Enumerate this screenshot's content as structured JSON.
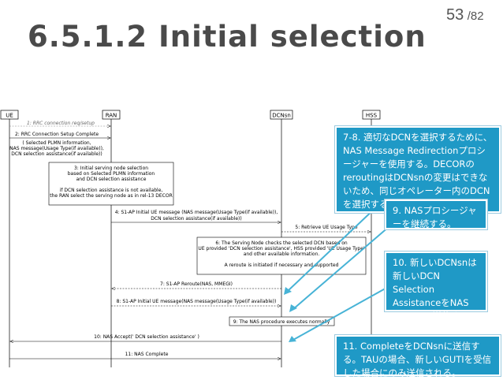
{
  "page": {
    "current": "53",
    "total": "/82"
  },
  "title": "6.5.1.2 Initial selection",
  "nodes": [
    {
      "id": "ue",
      "label": "UE"
    },
    {
      "id": "ran",
      "label": "RAN"
    },
    {
      "id": "dcnsn",
      "label": "DCNsn"
    },
    {
      "id": "hss",
      "label": "HSS"
    }
  ],
  "messages": [
    {
      "id": "m1",
      "text": "1: RRC connection req/setup"
    },
    {
      "id": "m2",
      "lines": [
        "2: RRC Connection Setup Complete",
        "( Selected PLMN information,",
        "NAS message(Usage Type(if available)),",
        "DCN selection assistance(if available))"
      ]
    },
    {
      "id": "n3",
      "lines": [
        "3: Initial serving node selection",
        "based on Selected PLMN information",
        "and DCN selection assistance",
        "",
        "if DCN selection assistance is not available,",
        "the RAN select the serving node as in rel-13 DECOR"
      ]
    },
    {
      "id": "m4",
      "lines": [
        "4: S1-AP Initial UE message (NAS message(Usage Type(if available)),",
        "DCN selection assistance(if available))"
      ]
    },
    {
      "id": "m5",
      "text": "5: Retrieve UE Usage Type"
    },
    {
      "id": "n6",
      "lines": [
        "6: The Serving Node checks the selected DCN based on",
        "UE provided 'DCN selection assistance', HSS provided 'UE Usage Type'",
        "and other available information.",
        "",
        "A reroute is initiated if necessary and supported"
      ]
    },
    {
      "id": "m7",
      "text": "7: S1-AP Reroute(NAS, MMEGI)"
    },
    {
      "id": "m8",
      "text": "8: S1-AP Initial UE message(NAS message(Usage Type(if available))"
    },
    {
      "id": "n9",
      "text": "9: The NAS procedure executes normally"
    },
    {
      "id": "m10",
      "text": "10: NAS Accept(' DCN selection assistance' )"
    },
    {
      "id": "m11",
      "text": "11: NAS Complete"
    }
  ],
  "callouts": {
    "c78": "7-8. 適切なDCNを選択するために、NAS Message Redirectionプロシージャーを使用する。DECORのreroutingはDCNsnの変更はできないため、同じオペレーター内のDCNを選択する。",
    "c9": "9. NASプロシージャーを継続する。",
    "c10": "10. 新しいDCNsnは新しいDCN Selection AssistanceをNAS Acceptで送信する。",
    "c11": "11. CompleteをDCNsnに送信する。TAUの場合、新しいGUTIを受信した場合にのみ送信される。"
  },
  "colors": {
    "callout": "#1f99c6",
    "pointer": "#47b3d6",
    "line": "#000000"
  }
}
